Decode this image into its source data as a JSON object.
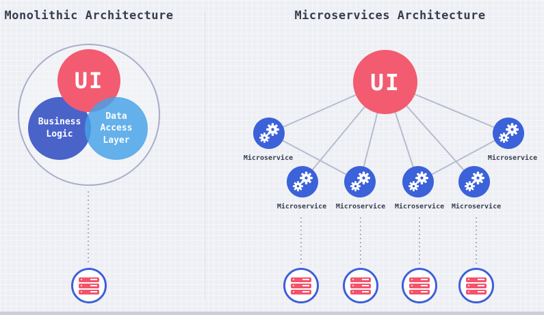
{
  "left": {
    "title": "Monolithic Architecture",
    "ui_label": "UI",
    "business_logic_label": "Business Logic",
    "data_access_label": "Data Access Layer"
  },
  "right": {
    "title": "Microservices Architecture",
    "ui_label": "UI",
    "microservices": [
      {
        "label": "Microservice"
      },
      {
        "label": "Microservice"
      },
      {
        "label": "Microservice"
      },
      {
        "label": "Microservice"
      },
      {
        "label": "Microservice"
      },
      {
        "label": "Microservice"
      }
    ],
    "connections": [
      {
        "from": "ui",
        "to": "microservice-1"
      },
      {
        "from": "ui",
        "to": "microservice-2"
      },
      {
        "from": "ui",
        "to": "microservice-3"
      },
      {
        "from": "ui",
        "to": "microservice-4"
      },
      {
        "from": "ui",
        "to": "microservice-5"
      },
      {
        "from": "ui",
        "to": "microservice-6"
      },
      {
        "from": "microservice-1",
        "to": "microservice-3"
      },
      {
        "from": "microservice-6",
        "to": "microservice-4"
      }
    ]
  },
  "icons": {
    "gears": "gears-icon",
    "database": "database-icon"
  },
  "colors": {
    "ui_red": "#F25B70",
    "business_logic_blue": "#4A63C9",
    "data_access_blue": "#45A2E8",
    "microservice_blue": "#3C62D9",
    "database_border_blue": "#3D60D8",
    "database_bar_red": "#F4536B",
    "connector_gray": "#B6BCCF",
    "text_dark": "#363D4E",
    "background": "#EDEFF4"
  }
}
